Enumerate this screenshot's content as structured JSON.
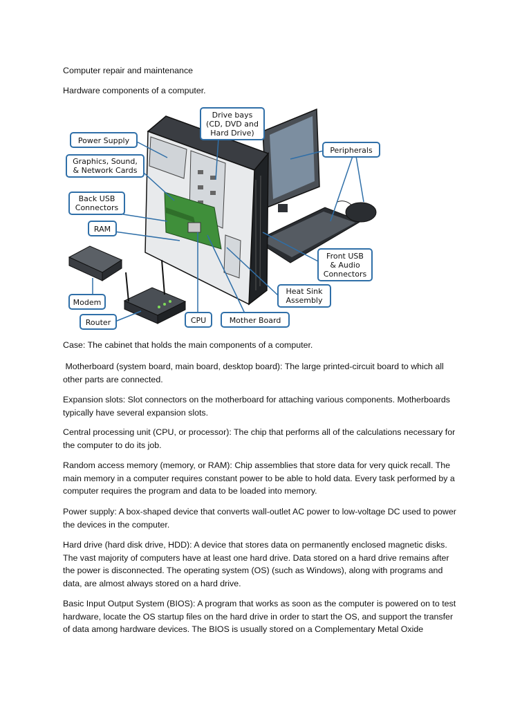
{
  "doc": {
    "title": "Computer repair and maintenance",
    "subtitle": "Hardware components of a computer."
  },
  "figure": {
    "callouts": {
      "power_supply": "Power Supply",
      "drive_bays_1": "Drive bays",
      "drive_bays_2": "(CD, DVD and",
      "drive_bays_3": "Hard Drive)",
      "peripherals": "Peripherals",
      "graphics_1": "Graphics, Sound,",
      "graphics_2": "& Network Cards",
      "back_usb_1": "Back USB",
      "back_usb_2": "Connectors",
      "ram": "RAM",
      "front_usb_1": "Front USB",
      "front_usb_2": "& Audio",
      "front_usb_3": "Connectors",
      "heat_sink_1": "Heat Sink",
      "heat_sink_2": "Assembly",
      "modem": "Modem",
      "router": "Router",
      "cpu": "CPU",
      "mother_board": "Mother Board"
    }
  },
  "definitions": {
    "case": [
      "Case: The cabinet that holds the main components of a computer."
    ],
    "motherboard": [
      " Motherboard (system board, main board, desktop board): The large printed-circuit board to which all",
      "other parts are connected."
    ],
    "expansion": [
      "Expansion slots: Slot connectors on the motherboard for attaching various components. Motherboards",
      "typically have several expansion slots."
    ],
    "cpu": [
      "Central processing unit (CPU, or processor): The chip that performs all of the calculations necessary for",
      "the computer to do its job."
    ],
    "ram": [
      "Random access memory (memory, or RAM): Chip assemblies that store data for very quick recall. The",
      "main memory in a computer requires constant power to be able to hold data. Every task performed by a",
      "computer requires the program and data to be loaded into memory."
    ],
    "power": [
      "Power supply: A box-shaped device that converts wall-outlet AC power to low-voltage DC used to power",
      "the devices in the computer."
    ],
    "hdd": [
      "Hard drive (hard disk drive, HDD): A device that stores data on permanently enclosed magnetic disks.",
      "The vast majority of computers have at least one hard drive. Data stored on a hard drive remains after",
      "the power is disconnected. The operating system (OS) (such as Windows), along with programs and",
      "data, are almost always stored on a hard drive."
    ],
    "bios": [
      "Basic Input Output System (BIOS): A program that works as soon as the computer is powered on to test",
      "hardware, locate the OS startup files on the hard drive in order to start the OS, and support the transfer",
      "of data among hardware devices. The BIOS is usually stored on a Complementary Metal Oxide"
    ]
  }
}
